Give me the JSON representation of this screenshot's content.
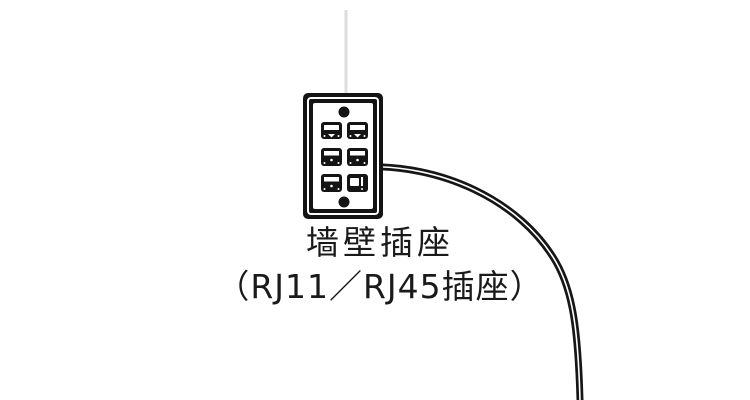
{
  "illustration": {
    "title": "wall-socket-cable-illustration",
    "background_color": "#ffffff",
    "ink_color": "#161616",
    "caption": {
      "line1": "墙壁插座",
      "line2": "（RJ11／RJ45插座）"
    },
    "socket": {
      "name": "wall-socket-faceplate",
      "plate_fill": "#ffffff",
      "frame_color": "#141414",
      "screw_color": "#141414",
      "jack_color": "#141414",
      "jack_slot_color": "#ffffff",
      "jacks": [
        {
          "id": "jack-top-left",
          "row": 1,
          "column": 1,
          "type": "RJ11",
          "occupied": "false"
        },
        {
          "id": "jack-top-right",
          "row": 1,
          "column": 2,
          "type": "RJ11",
          "occupied": "false"
        },
        {
          "id": "jack-middle-left",
          "row": 2,
          "column": 1,
          "type": "RJ45",
          "occupied": "false"
        },
        {
          "id": "jack-middle-right",
          "row": 2,
          "column": 2,
          "type": "RJ45",
          "occupied": "false"
        },
        {
          "id": "jack-bottom-left",
          "row": 3,
          "column": 1,
          "type": "RJ45",
          "occupied": "false"
        },
        {
          "id": "jack-bottom-right",
          "row": 3,
          "column": 2,
          "type": "RJ45",
          "occupied": "true"
        }
      ],
      "screws": [
        {
          "id": "screw-top",
          "position": "top-center"
        },
        {
          "id": "screw-bottom",
          "position": "bottom-center"
        }
      ]
    },
    "wall_line": {
      "name": "wall-mount-line",
      "color": "#d8d8d8",
      "orientation": "vertical"
    },
    "cable": {
      "name": "patch-cable",
      "color": "#161616",
      "path": "curves right and down from the socket plug to the bottom edge",
      "plug": {
        "name": "cable-plug-connector",
        "inserted_into": "jack-bottom-right"
      }
    }
  }
}
